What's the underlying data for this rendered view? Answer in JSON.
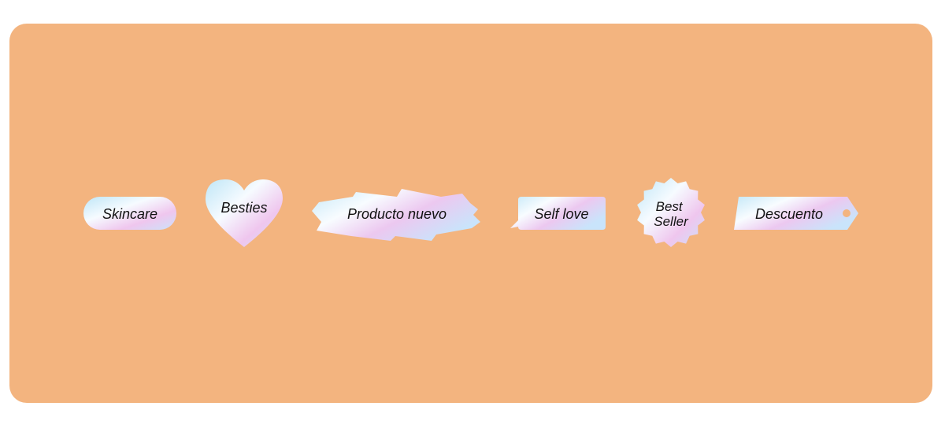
{
  "colors": {
    "background": "#f3b47f",
    "page": "#ffffff",
    "text": "#111111",
    "holo_blue": "#bfe6f7",
    "holo_white": "#f6fbff",
    "holo_pink": "#efc6ee",
    "holo_lilac": "#d7d3f6"
  },
  "stickers": [
    {
      "id": "skincare",
      "shape": "pill",
      "label": "Skincare"
    },
    {
      "id": "besties",
      "shape": "heart",
      "label": "Besties"
    },
    {
      "id": "producto-nuevo",
      "shape": "lightning-banner",
      "label": "Producto nuevo"
    },
    {
      "id": "self-love",
      "shape": "speech-bubble",
      "label": "Self love"
    },
    {
      "id": "best-seller",
      "shape": "scalloped-badge",
      "label_lines": [
        "Best",
        "Seller"
      ]
    },
    {
      "id": "descuento",
      "shape": "price-tag",
      "label": "Descuento"
    }
  ]
}
